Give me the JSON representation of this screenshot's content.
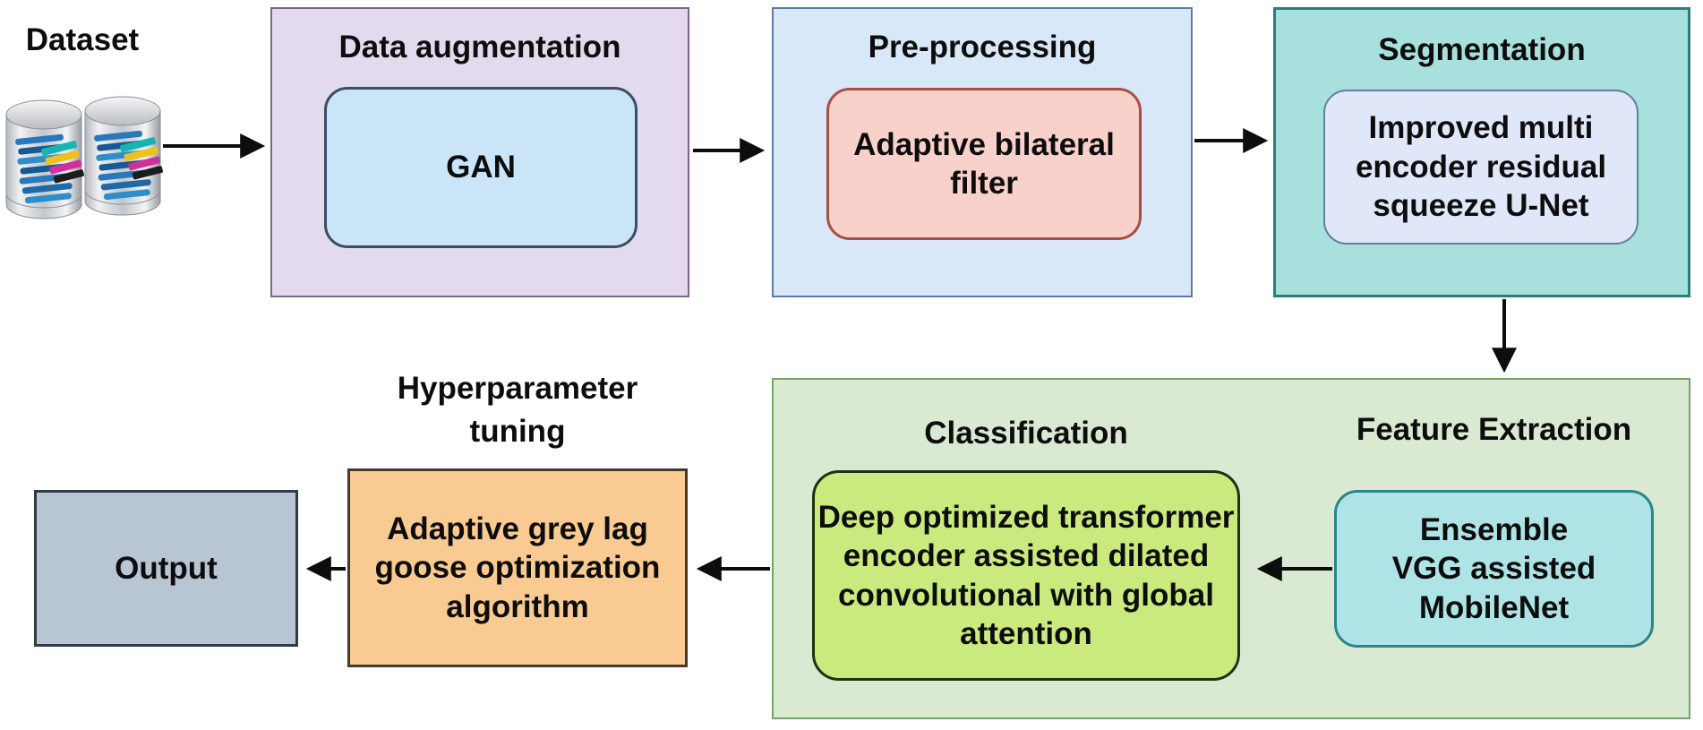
{
  "figure": {
    "dataset_label": "Dataset",
    "output_label": "Output",
    "hyperparameter_title": "Hyperparameter\ntuning",
    "stages": {
      "augmentation": {
        "title": "Data augmentation",
        "method": "GAN"
      },
      "preprocessing": {
        "title": "Pre-processing",
        "method": "Adaptive bilateral\nfilter"
      },
      "segmentation": {
        "title": "Segmentation",
        "method": "Improved multi\nencoder residual\nsqueeze U-Net"
      },
      "feature_extraction": {
        "title": "Feature Extraction",
        "method": "Ensemble\nVGG assisted\nMobileNet"
      },
      "classification": {
        "title": "Classification",
        "method": "Deep optimized transformer\nencoder assisted dilated\nconvolutional with global\nattention"
      },
      "hyperparameter_tuning": {
        "method": "Adaptive grey lag\ngoose optimization\nalgorithm"
      }
    },
    "icons": {
      "dataset": "database-icon"
    },
    "colors": {
      "text": "#0d0d0d",
      "arrow": "#0d0d0d",
      "augmentation_fill": "#e4daed",
      "augmentation_border": "#7a6787",
      "gan_fill": "#cae5f8",
      "gan_border": "#3c4d66",
      "preprocessing_fill": "#d9e8f8",
      "preprocessing_border": "#5d7ca1",
      "bilateral_fill": "#f8d1ca",
      "bilateral_border": "#a64f44",
      "segmentation_fill": "#a7e0dc",
      "segmentation_border": "#2b7e78",
      "unet_fill": "#e0e7f8",
      "unet_border": "#60809f",
      "pipeline_fill": "#d9e9d2",
      "pipeline_border": "#74a766",
      "classification_fill": "#cbea7e",
      "classification_border": "#222f14",
      "ensemble_fill": "#aee4e6",
      "ensemble_border": "#2a868b",
      "tuning_fill": "#f9ca92",
      "tuning_border": "#46382a",
      "output_fill": "#b7c6d2",
      "output_border": "#2e3c47"
    }
  }
}
